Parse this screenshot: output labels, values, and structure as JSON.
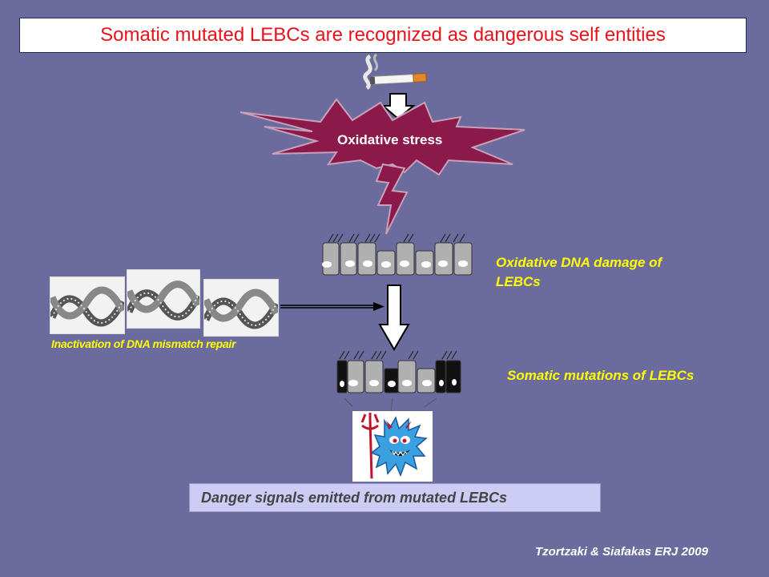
{
  "title": "Somatic mutated LEBCs are recognized as dangerous self entities",
  "stress_label": "Oxidative stress",
  "damage_label_line1": "Oxidative DNA damage of",
  "damage_label_line2": "LEBCs",
  "mismatch_label": "Inactivation of DNA mismatch repair",
  "mutations_label": "Somatic mutations of LEBCs",
  "danger_label": "Danger signals emitted from mutated LEBCs",
  "citation": "Tzortzaki & Siafakas ERJ 2009",
  "colors": {
    "background": "#6b6b9e",
    "title_text": "#e8121a",
    "label_yellow": "#ffff00",
    "burst_fill": "#8b1a4a",
    "cell_normal": "#b0b0b0",
    "cell_mutated": "#111111"
  },
  "icons": [
    "cigarette-icon",
    "smoke-icon",
    "burst-icon",
    "lightning-icon",
    "dna-helix-icon",
    "devil-cell-icon",
    "arrow-down-icon",
    "arrow-right-icon"
  ]
}
